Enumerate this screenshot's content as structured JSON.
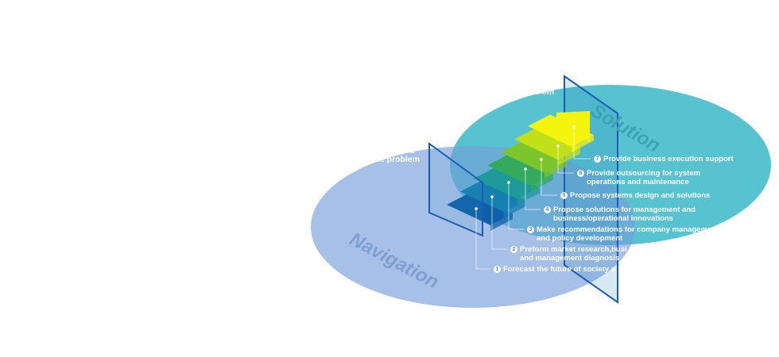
{
  "regions": {
    "navigation": {
      "label": "Navigation",
      "color": "#a3bde6",
      "text_color": "#7f9fd3"
    },
    "solution": {
      "label": "Solution",
      "color": "#57c3d1",
      "text_color": "#3ba3b4"
    }
  },
  "problem_labels": {
    "identifying": [
      "entifying",
      "the problem"
    ],
    "solving": [
      "the problem"
    ]
  },
  "steps": [
    {
      "num": "1",
      "text": "Forecast the future of society a",
      "sub": "",
      "color": "#0f5fa8"
    },
    {
      "num": "2",
      "text": "Preform market research,busi",
      "sub": "and management diagnosis",
      "color": "#157fb0"
    },
    {
      "num": "3",
      "text": "Make recommendations for company management",
      "sub": "and policy development",
      "color": "#1f9a9a"
    },
    {
      "num": "4",
      "text": "Propose solutions for management and",
      "sub": "business/operational innovations",
      "color": "#33aa5c"
    },
    {
      "num": "5",
      "text": "Propose systems design and solutions",
      "sub": "",
      "color": "#7cc52d"
    },
    {
      "num": "6",
      "text": "Provide outsourcing for system",
      "sub": "operations and maintenance",
      "color": "#c2e01a"
    },
    {
      "num": "7",
      "text": "Provide business execution support",
      "sub": "",
      "color": "#f4f40c"
    }
  ]
}
